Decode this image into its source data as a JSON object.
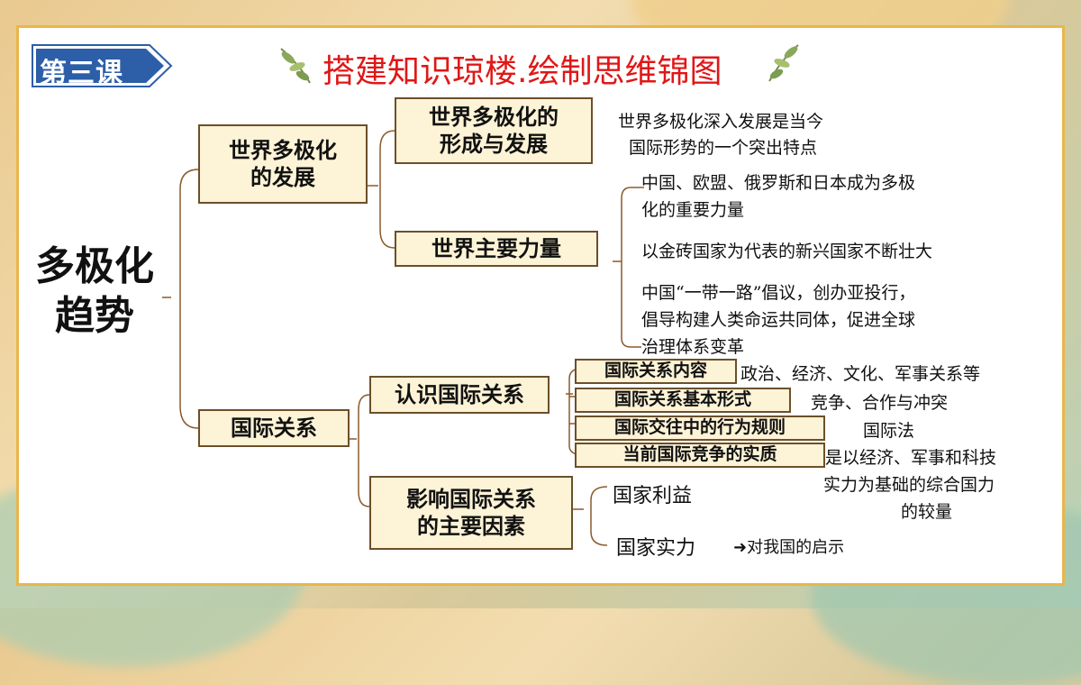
{
  "lesson_tag": "第三课",
  "title": "搭建知识琼楼.绘制思维锦图",
  "root": {
    "line1": "多极化",
    "line2": "趋势"
  },
  "branch1": {
    "label_l1": "世界多极化",
    "label_l2": "的发展",
    "sub1": {
      "label_l1": "世界多极化的",
      "label_l2": "形成与发展",
      "note_l1": "世界多极化深入发展是当今",
      "note_l2": "国际形势的一个突出特点"
    },
    "sub2": {
      "label": "世界主要力量",
      "points": [
        {
          "l1": "中国、欧盟、俄罗斯和日本成为多极",
          "l2": "化的重要力量"
        },
        {
          "l1": "以金砖国家为代表的新兴国家不断壮大"
        },
        {
          "l1": "中国“一带一路”倡议，创办亚投行，",
          "l2": "倡导构建人类命运共同体，促进全球",
          "l3": "治理体系变革"
        }
      ]
    }
  },
  "branch2": {
    "label": "国际关系",
    "sub1": {
      "label": "认识国际关系",
      "items": [
        {
          "label": "国际关系内容",
          "note": "政治、经济、文化、军事关系等"
        },
        {
          "label": "国际关系基本形式",
          "note": "竞争、合作与冲突"
        },
        {
          "label": "国际交往中的行为规则",
          "note": "国际法"
        },
        {
          "label": "当前国际竞争的实质",
          "note_l1": "是以经济、军事和科技",
          "note_l2": "实力为基础的综合国力",
          "note_l3": "的较量"
        }
      ]
    },
    "sub2": {
      "label_l1": "影响国际关系",
      "label_l2": "的主要因素",
      "items": [
        {
          "label": "国家利益"
        },
        {
          "label": "国家实力",
          "note": "➜对我国的启示"
        }
      ]
    }
  },
  "colors": {
    "frame": "#e8b64b",
    "title": "#e01717",
    "tag": "#2d5ea8",
    "box_fill": "#fdf3d6",
    "box_border": "#6c4f2a",
    "connector": "#8b5a2b"
  }
}
